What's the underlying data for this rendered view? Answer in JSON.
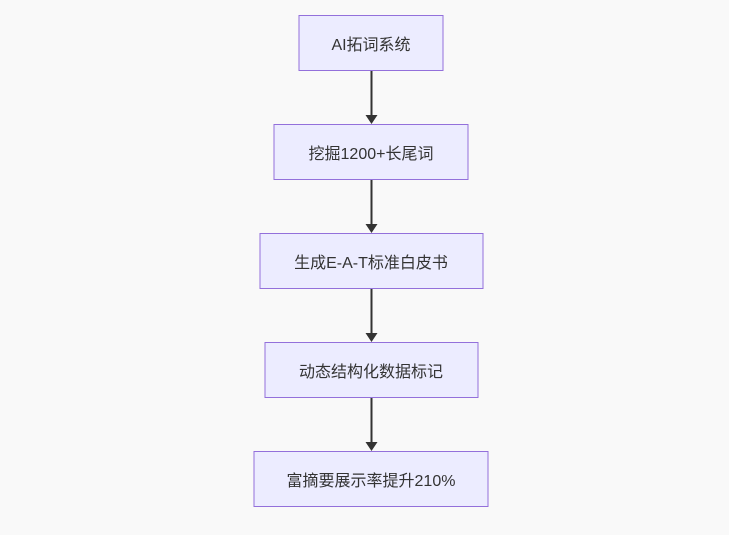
{
  "diagram": {
    "type": "flowchart",
    "direction": "top-to-bottom",
    "nodes": [
      {
        "id": "node-1",
        "label": "AI拓词系统"
      },
      {
        "id": "node-2",
        "label": "挖掘1200+长尾词"
      },
      {
        "id": "node-3",
        "label": "生成E-A-T标准白皮书"
      },
      {
        "id": "node-4",
        "label": "动态结构化数据标记"
      },
      {
        "id": "node-5",
        "label": "富摘要展示率提升210%"
      }
    ],
    "edges": [
      {
        "from": "node-1",
        "to": "node-2"
      },
      {
        "from": "node-2",
        "to": "node-3"
      },
      {
        "from": "node-3",
        "to": "node-4"
      },
      {
        "from": "node-4",
        "to": "node-5"
      }
    ],
    "colors": {
      "background": "#f9f9f9",
      "node_fill": "#ececff",
      "node_border": "#9370db",
      "node_text": "#333333",
      "arrow": "#333333"
    }
  }
}
